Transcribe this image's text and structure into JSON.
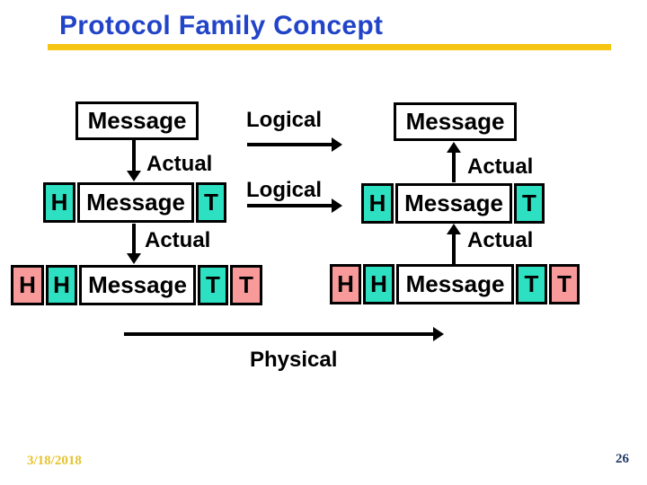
{
  "title": "Protocol Family Concept",
  "colors": {
    "title_blue": "#2244C8",
    "gold": "#F5C513",
    "cyan": "#2EE0C2",
    "pink": "#F89A9A",
    "date_gold": "#E6C32E",
    "navy": "#1F3864"
  },
  "diagram": {
    "left": {
      "top_box": "Message",
      "actual_label_1": "Actual",
      "actual_label_2": "Actual",
      "row_hmt": [
        "H",
        "Message",
        "T"
      ],
      "row_hhmtt": [
        "H",
        "H",
        "Message",
        "T",
        "T"
      ]
    },
    "middle": {
      "logical_label_1": "Logical",
      "logical_label_2": "Logical",
      "physical_label": "Physical"
    },
    "right": {
      "top_box": "Message",
      "actual_label_1": "Actual",
      "actual_label_2": "Actual",
      "row_hmt": [
        "H",
        "Message",
        "T"
      ],
      "row_hhmtt": [
        "H",
        "H",
        "Message",
        "T",
        "T"
      ]
    }
  },
  "footer": {
    "date": "3/18/2018",
    "page_number": "26"
  }
}
